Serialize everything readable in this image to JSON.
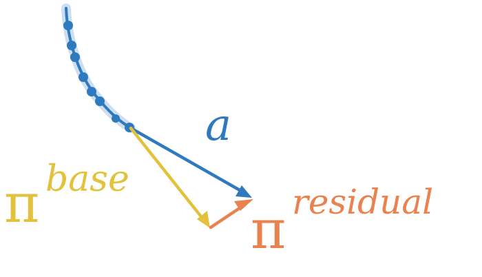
{
  "labels": {
    "action": "a",
    "base_symbol": "π",
    "base_superscript": "base",
    "residual_symbol": "π",
    "residual_superscript": "residual"
  },
  "colors": {
    "trajectory": "#2f79bf",
    "trajectory_light": "#8fb6dd",
    "action": "#2f79bf",
    "base": "#e2c23c",
    "residual": "#e8834f",
    "background": "#ffffff"
  },
  "icons": {
    "arrowhead": "filled-triangle",
    "waypoint": "filled-circle"
  }
}
